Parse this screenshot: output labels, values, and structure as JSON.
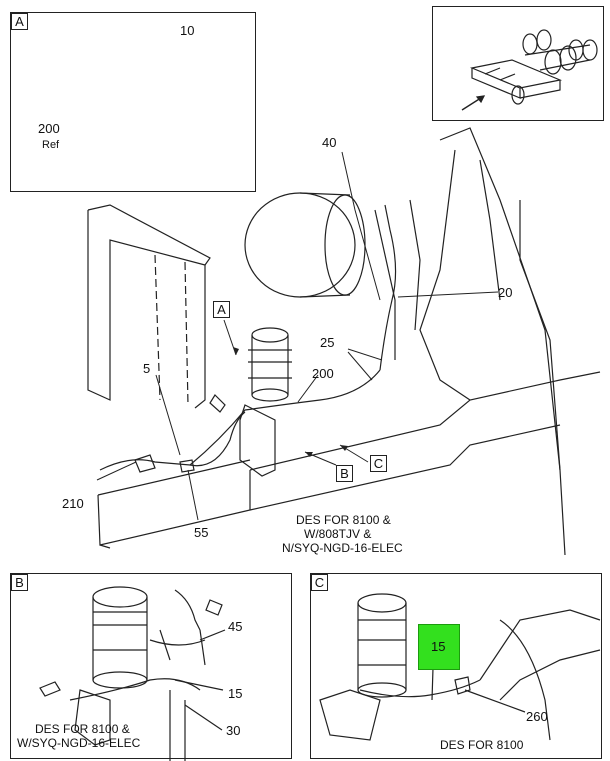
{
  "panels": {
    "a": {
      "tag": "A"
    },
    "b": {
      "tag": "B",
      "note_line1": "DES FOR 8100 &",
      "note_line2": "W/SYQ-NGD-16-ELEC"
    },
    "c": {
      "tag": "C",
      "note": "DES FOR 8100"
    }
  },
  "callouts": {
    "c10": "10",
    "c200ref": "200",
    "ref": "Ref",
    "c40": "40",
    "c20": "20",
    "c25": "25",
    "c200": "200",
    "c5": "5",
    "c210": "210",
    "c55": "55",
    "b45": "45",
    "b15": "15",
    "b30": "30",
    "c15": "15",
    "c260": "260"
  },
  "main_view": {
    "tag_a": "A",
    "tag_b": "B",
    "tag_c": "C",
    "note_line1": "DES FOR 8100 &",
    "note_line2": "W/808TJV &",
    "note_line3": "N/SYQ-NGD-16-ELEC"
  },
  "colors": {
    "highlight": "#33e01e",
    "line": "#222222"
  }
}
